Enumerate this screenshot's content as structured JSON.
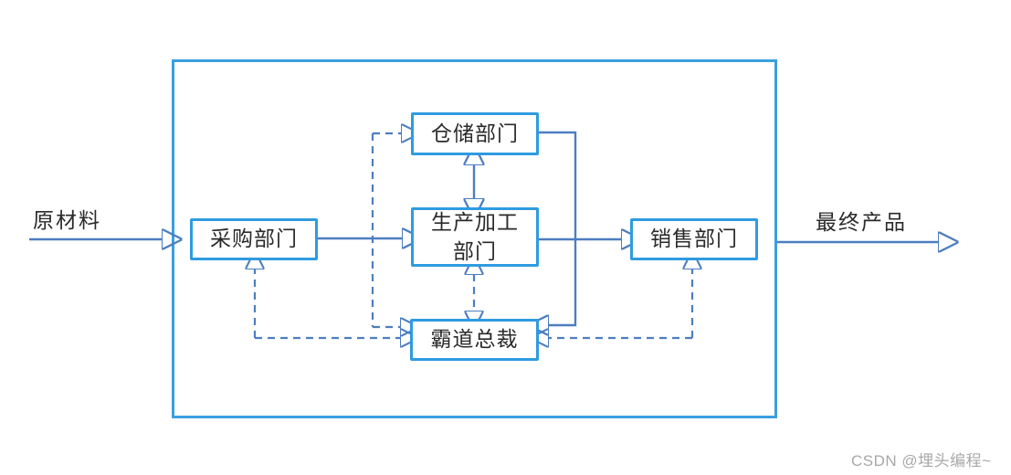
{
  "diagram": {
    "nodes": {
      "warehouse": {
        "label": "仓储部门"
      },
      "purchasing": {
        "label": "采购部门"
      },
      "production": {
        "label": "生产加工\n部门"
      },
      "sales": {
        "label": "销售部门"
      },
      "ceo": {
        "label": "霸道总裁"
      }
    },
    "flow_labels": {
      "input": "原材料",
      "output": "最终产品"
    },
    "edges": [
      {
        "from": "raw-material",
        "to": "boundary-left",
        "style": "solid",
        "arrows": "end"
      },
      {
        "from": "purchasing",
        "to": "production",
        "style": "solid",
        "arrows": "end"
      },
      {
        "from": "production",
        "to": "sales",
        "style": "solid",
        "arrows": "end"
      },
      {
        "from": "boundary-right",
        "to": "final-product",
        "style": "solid",
        "arrows": "end"
      },
      {
        "from": "warehouse",
        "to": "production",
        "style": "solid",
        "arrows": "both"
      },
      {
        "from": "warehouse",
        "to": "ceo",
        "style": "solid",
        "arrows": "end"
      },
      {
        "from": "ceo",
        "to": "warehouse",
        "style": "dashed",
        "arrows": "both"
      },
      {
        "from": "ceo",
        "to": "purchasing",
        "style": "dashed",
        "arrows": "both"
      },
      {
        "from": "ceo",
        "to": "production",
        "style": "dashed",
        "arrows": "both"
      },
      {
        "from": "ceo",
        "to": "sales",
        "style": "dashed",
        "arrows": "both"
      }
    ]
  },
  "watermark": {
    "text": "CSDN @埋头编程~"
  },
  "colors": {
    "box_border": "#2f9be0",
    "outer_border": "#3a9fe0",
    "connector": "#4d7ec0",
    "node_text": "#2a2a2a",
    "watermark_text": "#a8a8a8",
    "background": "#ffffff"
  }
}
